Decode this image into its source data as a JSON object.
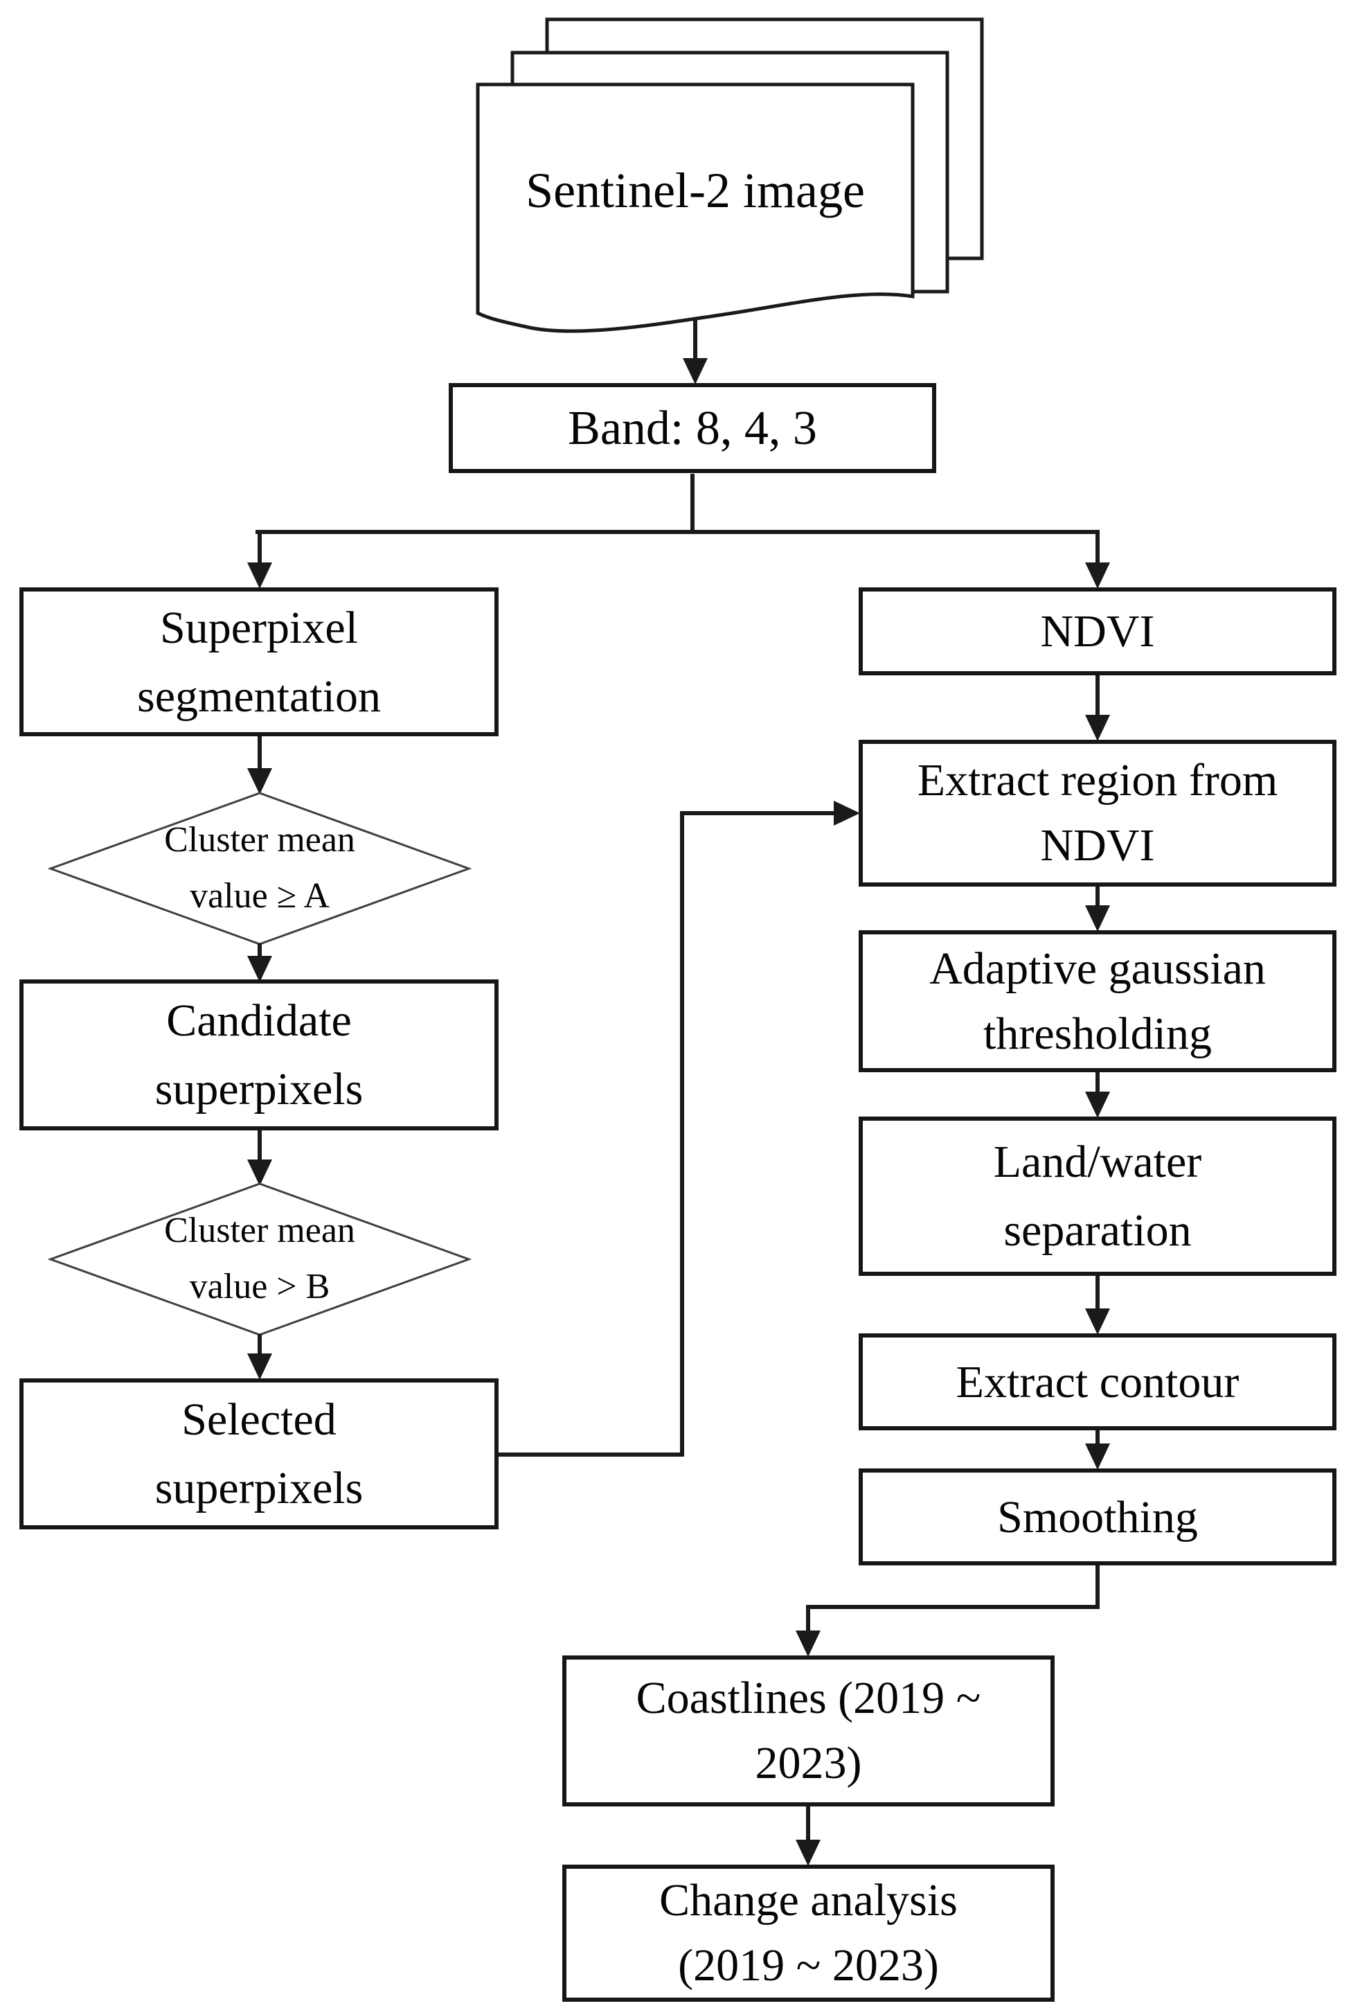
{
  "diagram": {
    "type": "flowchart",
    "colors": {
      "line": "#1a1a1a",
      "box_border": "#161616",
      "diamond_border": "#3f3f3f",
      "text": "#050505",
      "background": "#ffffff"
    },
    "nodes": {
      "sentinel": {
        "label": "Sentinel-2 image",
        "shape": "document-stack"
      },
      "band": {
        "label": "Band: 8, 4, 3",
        "shape": "process"
      },
      "superpixel_segmentation": {
        "label": "Superpixel\nsegmentation",
        "shape": "process"
      },
      "cluster_mean_a": {
        "label": "Cluster mean\nvalue ≥ A",
        "shape": "decision"
      },
      "candidate_superpixels": {
        "label": "Candidate\nsuperpixels",
        "shape": "process"
      },
      "cluster_mean_b": {
        "label": "Cluster mean\nvalue > B",
        "shape": "decision"
      },
      "selected_superpixels": {
        "label": "Selected\nsuperpixels",
        "shape": "process"
      },
      "ndvi": {
        "label": "NDVI",
        "shape": "process"
      },
      "extract_region": {
        "label": "Extract region from\nNDVI",
        "shape": "process"
      },
      "adaptive_gaussian": {
        "label": "Adaptive gaussian\nthresholding",
        "shape": "process"
      },
      "land_water": {
        "label": "Land/water\nseparation",
        "shape": "process"
      },
      "extract_contour": {
        "label": "Extract contour",
        "shape": "process"
      },
      "smoothing": {
        "label": "Smoothing",
        "shape": "process"
      },
      "coastlines": {
        "label": "Coastlines (2019 ~\n2023)",
        "shape": "process"
      },
      "change_analysis": {
        "label": "Change analysis\n(2019 ~ 2023)",
        "shape": "process"
      }
    },
    "edges": [
      {
        "from": "sentinel",
        "to": "band"
      },
      {
        "from": "band",
        "to": "superpixel_segmentation"
      },
      {
        "from": "band",
        "to": "ndvi"
      },
      {
        "from": "superpixel_segmentation",
        "to": "cluster_mean_a"
      },
      {
        "from": "cluster_mean_a",
        "to": "candidate_superpixels"
      },
      {
        "from": "candidate_superpixels",
        "to": "cluster_mean_b"
      },
      {
        "from": "cluster_mean_b",
        "to": "selected_superpixels"
      },
      {
        "from": "selected_superpixels",
        "to": "extract_region"
      },
      {
        "from": "ndvi",
        "to": "extract_region"
      },
      {
        "from": "extract_region",
        "to": "adaptive_gaussian"
      },
      {
        "from": "adaptive_gaussian",
        "to": "land_water"
      },
      {
        "from": "land_water",
        "to": "extract_contour"
      },
      {
        "from": "extract_contour",
        "to": "smoothing"
      },
      {
        "from": "smoothing",
        "to": "coastlines"
      },
      {
        "from": "coastlines",
        "to": "change_analysis"
      }
    ]
  }
}
